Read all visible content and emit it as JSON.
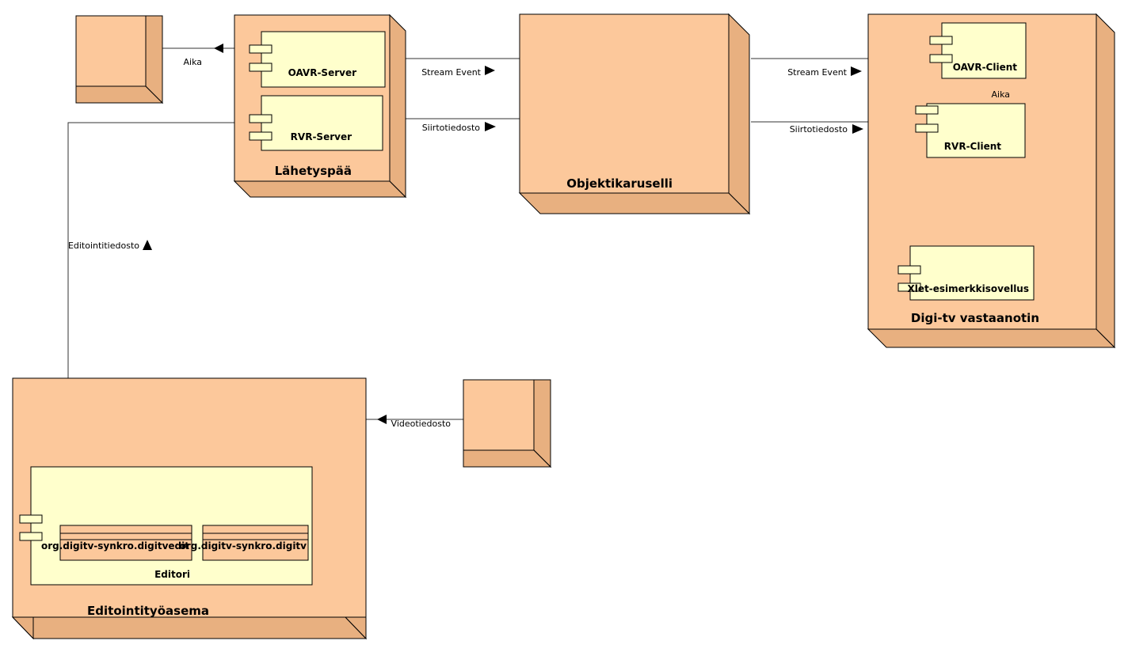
{
  "colors": {
    "node_face": "#fcc89b",
    "node_shade": "#e8b080",
    "component": "#ffffcc",
    "stroke": "#000000",
    "line": "#333333"
  },
  "nodes": {
    "editointityoasema": "Editointityöasema",
    "lahetyspaa": "Lähetyspää",
    "objektikaruselli": "Objektikaruselli",
    "digitv": "Digi-tv vastaanotin"
  },
  "components": {
    "oavr_server": "OAVR-Server",
    "rvr_server": "RVR-Server",
    "oavr_client": "OAVR-Client",
    "rvr_client": "RVR-Client",
    "xlet": "Xlet-esimerkkisovellus",
    "editori": "Editori"
  },
  "packages": {
    "digitvedit": "org.digitv-synkro.digitvedit",
    "digitv": "org.digitv-synkro.digitv"
  },
  "connections": {
    "aika_server": "Aika",
    "stream_event_server": "Stream Event",
    "siirto_server": "Siirtotiedosto",
    "stream_event_client": "Stream Event",
    "siirto_client": "Siirtotiedosto",
    "aika_client": "Aika",
    "editointitiedosto": "Editointitiedosto",
    "videotiedosto": "Videotiedosto"
  }
}
